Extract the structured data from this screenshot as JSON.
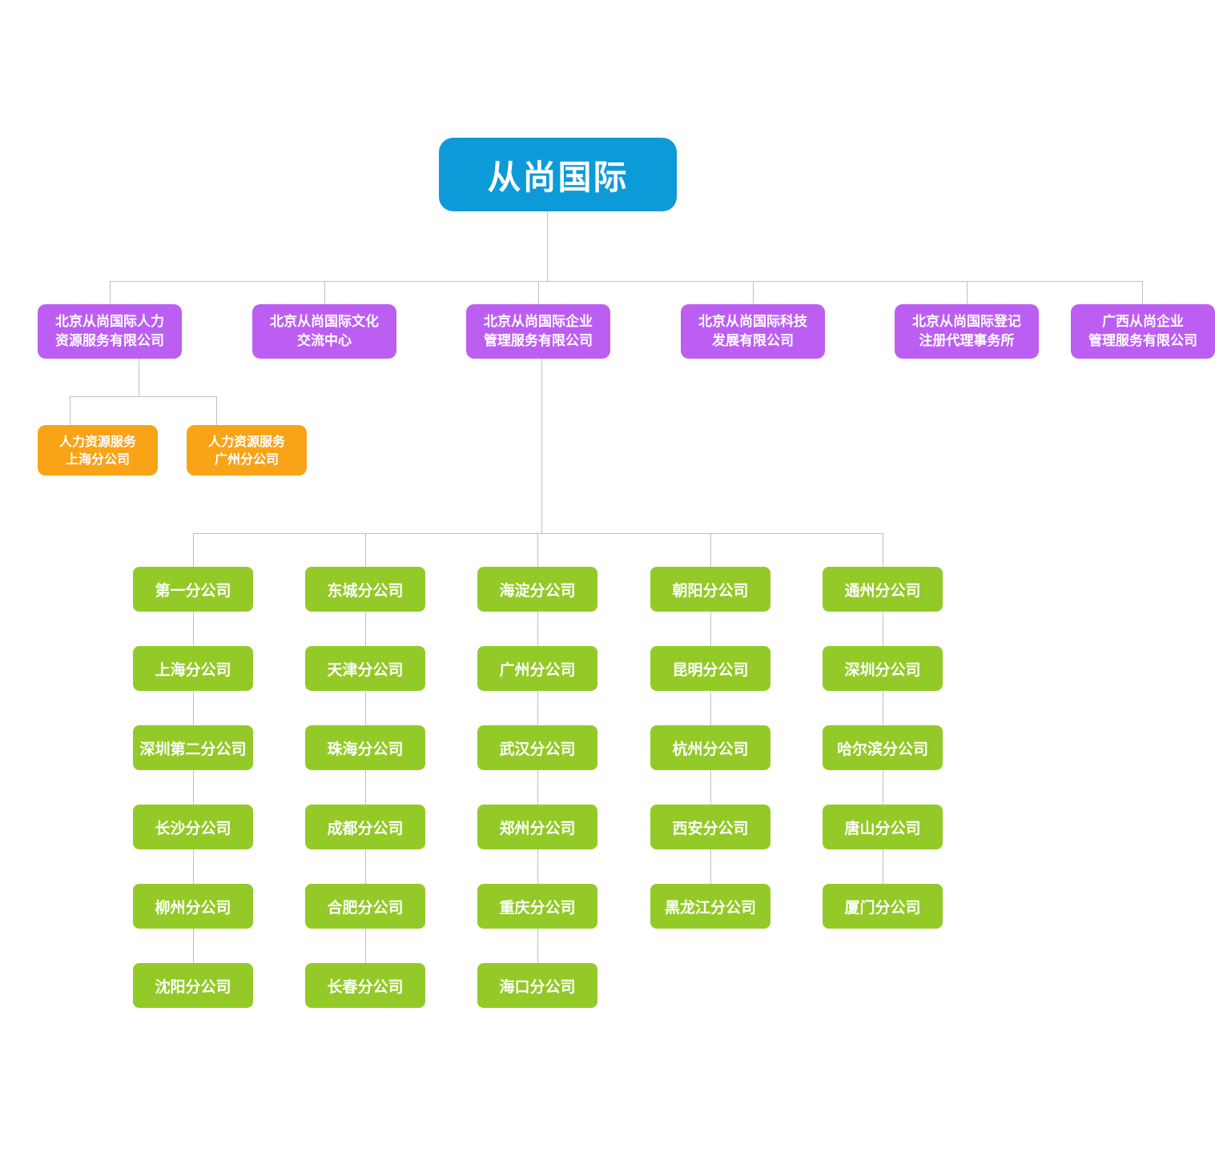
{
  "root": {
    "label": "从尚国际"
  },
  "colors": {
    "root_blue": "#0c9bd8",
    "subsidiary_purple": "#bd5ef2",
    "branch_orange": "#f9a317",
    "office_green": "#93ca27",
    "connector_gray": "#c0c0c0",
    "text_white": "#ffffff"
  },
  "level1": [
    {
      "label": "北京从尚国际人力\n资源服务有限公司"
    },
    {
      "label": "北京从尚国际文化\n交流中心"
    },
    {
      "label": "北京从尚国际企业\n管理服务有限公司"
    },
    {
      "label": "北京从尚国际科技\n发展有限公司"
    },
    {
      "label": "北京从尚国际登记\n注册代理事务所"
    },
    {
      "label": "广西从尚企业\n管理服务有限公司"
    }
  ],
  "hr_branches": [
    {
      "label": "人力资源服务\n上海分公司"
    },
    {
      "label": "人力资源服务\n广州分公司"
    }
  ],
  "office_columns": [
    {
      "items": [
        "第一分公司",
        "上海分公司",
        "深圳第二分公司",
        "长沙分公司",
        "柳州分公司",
        "沈阳分公司"
      ]
    },
    {
      "items": [
        "东城分公司",
        "天津分公司",
        "珠海分公司",
        "成都分公司",
        "合肥分公司",
        "长春分公司"
      ]
    },
    {
      "items": [
        "海淀分公司",
        "广州分公司",
        "武汉分公司",
        "郑州分公司",
        "重庆分公司",
        "海口分公司"
      ]
    },
    {
      "items": [
        "朝阳分公司",
        "昆明分公司",
        "杭州分公司",
        "西安分公司",
        "黑龙江分公司"
      ]
    },
    {
      "items": [
        "通州分公司",
        "深圳分公司",
        "哈尔滨分公司",
        "唐山分公司",
        "厦门分公司"
      ]
    }
  ]
}
